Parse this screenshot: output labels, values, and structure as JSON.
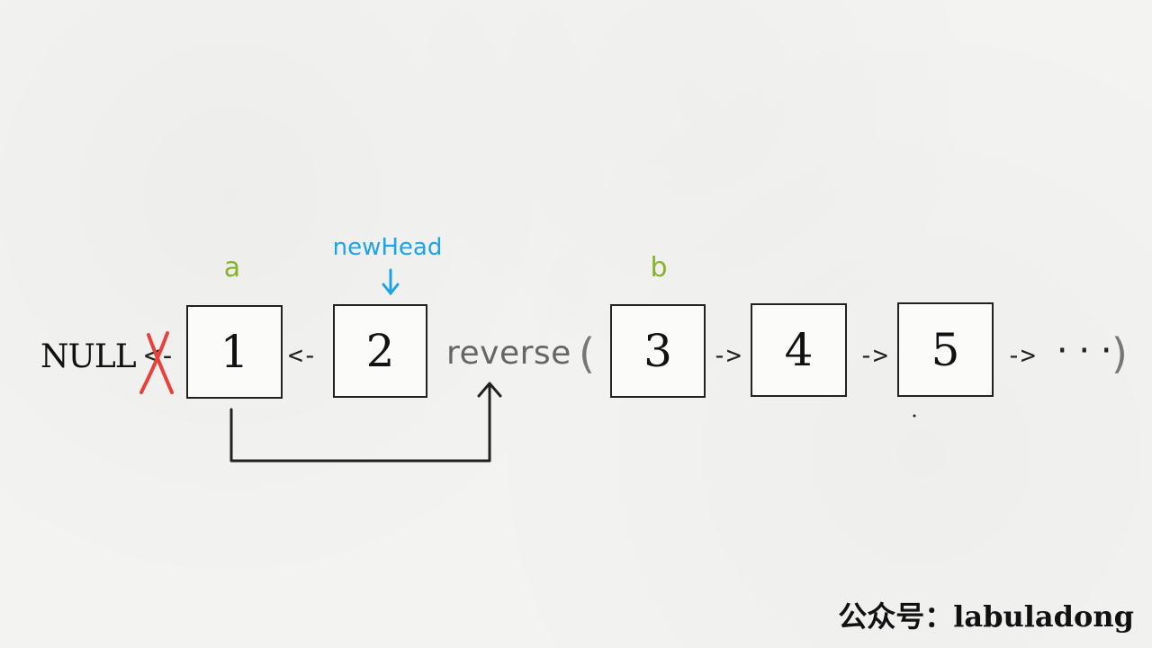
{
  "null_text": "NULL",
  "arrows": {
    "back": "<-",
    "forward": "->"
  },
  "nodes": [
    "1",
    "2",
    "3",
    "4",
    "5"
  ],
  "labels": {
    "a": "a",
    "b": "b",
    "new_head": "newHead"
  },
  "call": {
    "fn": "reverse",
    "open": "(",
    "close": ")",
    "ellipsis": "···"
  },
  "watermark": "公众号：labuladong",
  "colors": {
    "a_b": "#86b22a",
    "new_head": "#1ea3e6",
    "cross": "#e8413c",
    "reverse": "#666666"
  }
}
